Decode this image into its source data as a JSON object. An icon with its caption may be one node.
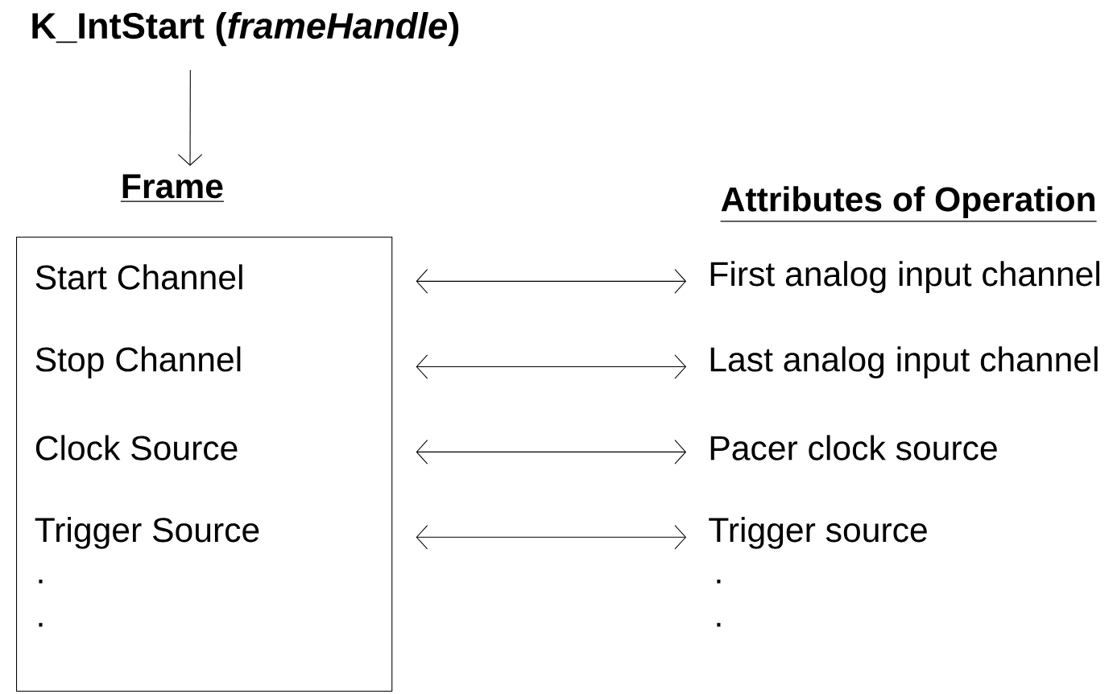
{
  "diagram": {
    "nodes": [
      {
        "text": [
          "K_IntStart (*frameHandle*)"
        ]
      },
      {
        "text": [
          "Frame",
          "Start Channel",
          "Stop Channel",
          "Clock Source",
          "Trigger Source"
        ]
      },
      {
        "text": [
          "First analog input channel"
        ]
      },
      {
        "text": [
          "Last analog input channel"
        ]
      },
      {
        "text": [
          "Pacer clock source"
        ]
      },
      {
        "text": [
          "Trigger source"
        ]
      }
    ],
    "edges": [
      {
        "from": 0,
        "to": 1,
        "arrow": "to"
      },
      {
        "from": 1,
        "to": 2,
        "arrow": "both"
      },
      {
        "from": 1,
        "to": 3,
        "arrow": "both"
      },
      {
        "from": 1,
        "to": 4,
        "arrow": "both"
      },
      {
        "from": 1,
        "to": 5,
        "arrow": "both"
      }
    ],
    "labels": [
      "Attributes of Operation",
      ".",
      ".",
      ".",
      "."
    ]
  }
}
